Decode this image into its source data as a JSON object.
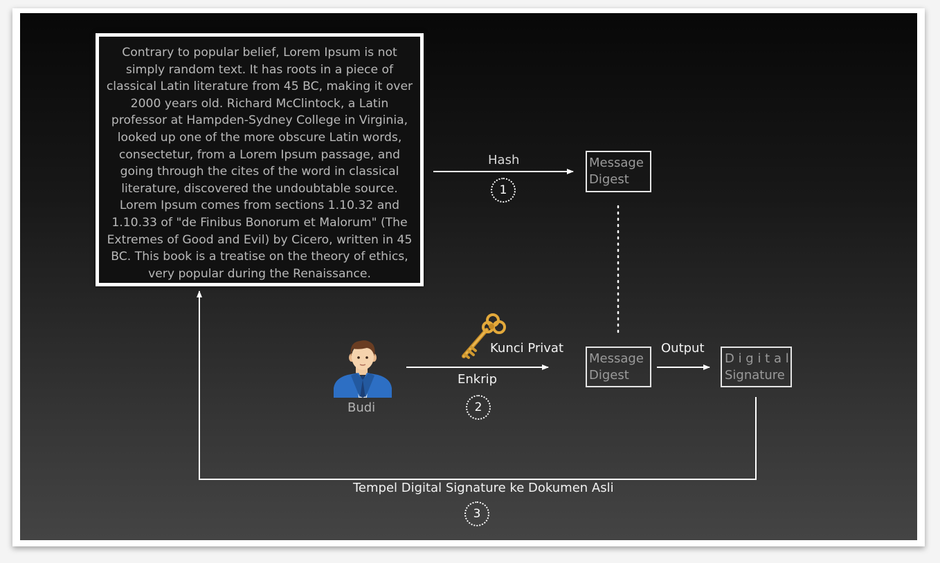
{
  "document": {
    "text": "Contrary to popular belief, Lorem Ipsum is not simply random text. It has roots in a piece of classical Latin literature from 45 BC, making it over 2000 years old. Richard McClintock, a Latin professor at Hampden-Sydney College in Virginia, looked up one of the more obscure Latin words, consectetur, from a Lorem Ipsum passage, and going through the cites of the word in classical literature, discovered the undoubtable source. Lorem Ipsum comes from sections 1.10.32 and 1.10.33 of \"de Finibus Bonorum et Malorum\" (The Extremes of Good and Evil) by Cicero, written in 45 BC. This book is a treatise on the theory of ethics, very popular during the Renaissance."
  },
  "step1": {
    "label": "Hash",
    "number": "1"
  },
  "digest_top": {
    "line1": "Message",
    "line2": "Digest"
  },
  "digest_bottom": {
    "line1": "Message",
    "line2": "Digest"
  },
  "signature": {
    "line1": "D i g i t a l",
    "line2": "Signature"
  },
  "user": {
    "name": "Budi",
    "icon": "person-avatar-icon"
  },
  "key": {
    "label": "Kunci Privat",
    "icon": "golden-key-icon"
  },
  "step2": {
    "label": "Enkrip",
    "number": "2"
  },
  "output_label": "Output",
  "step3": {
    "label": "Tempel Digital Signature ke Dokumen Asli",
    "number": "3"
  },
  "colors": {
    "key_gold": "#e3a93b",
    "suit_blue": "#2d6fc4",
    "text_grey": "#9a9a9a"
  }
}
